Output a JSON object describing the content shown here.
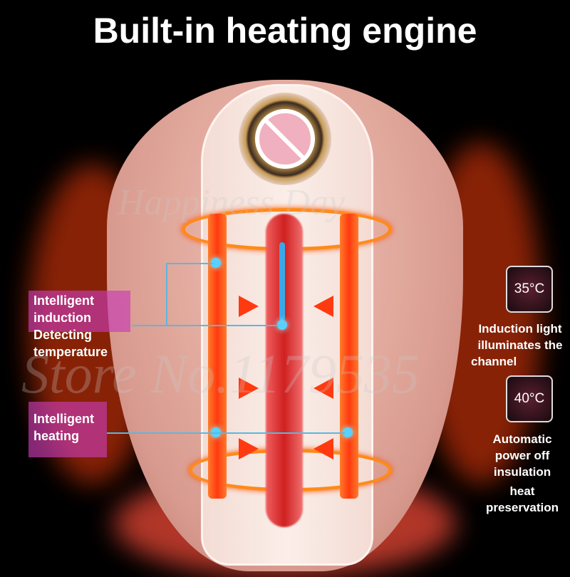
{
  "title": "Built-in heating engine",
  "left_labels": {
    "induction": [
      "Intelligent",
      "induction",
      "Detecting",
      "temperature"
    ],
    "heating": [
      "Intelligent",
      "heating"
    ]
  },
  "right_panel": {
    "temp1": "35°C",
    "temp1_caption": [
      "Induction light",
      "illuminates the",
      "channel"
    ],
    "temp2": "40°C",
    "temp2_caption": [
      "Automatic",
      "power off",
      "insulation",
      "heat",
      "preservation"
    ]
  },
  "watermarks": [
    "Happiness Day",
    "Store No.1179535"
  ],
  "colors": {
    "heat": "#ff3a10",
    "probe": "#3aa8e8",
    "label_bg": "#c83cb4"
  }
}
